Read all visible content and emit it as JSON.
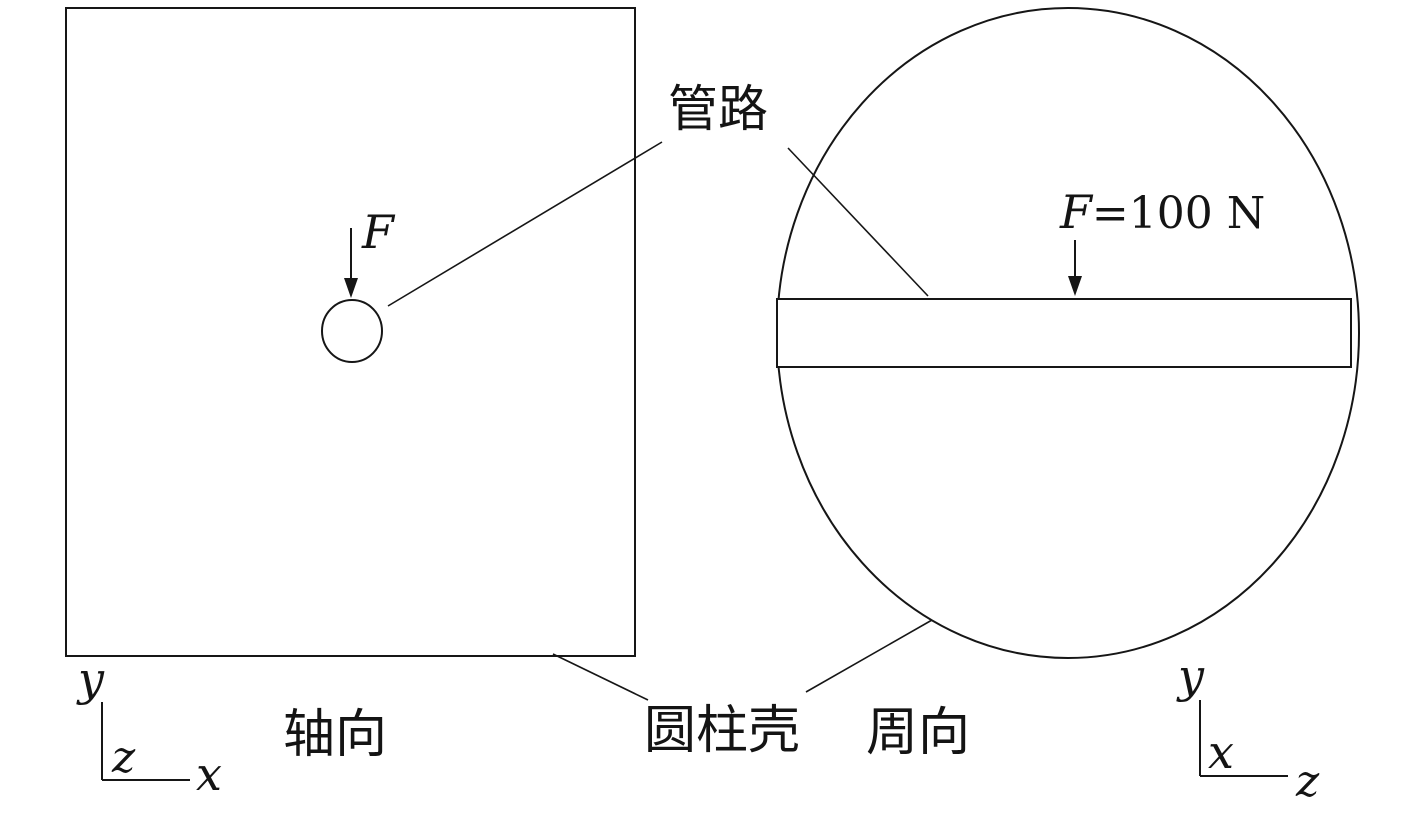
{
  "diagram": {
    "pipe_label": "管路",
    "shell_label": "圆柱壳",
    "left_view": {
      "view_label": "轴向",
      "force_symbol": "F",
      "axes": {
        "y": "y",
        "z": "z",
        "x": "x"
      }
    },
    "right_view": {
      "view_label": "周向",
      "force_symbol": "F",
      "force_value": "=100 N",
      "axes": {
        "y": "y",
        "x": "x",
        "z": "z"
      }
    }
  }
}
